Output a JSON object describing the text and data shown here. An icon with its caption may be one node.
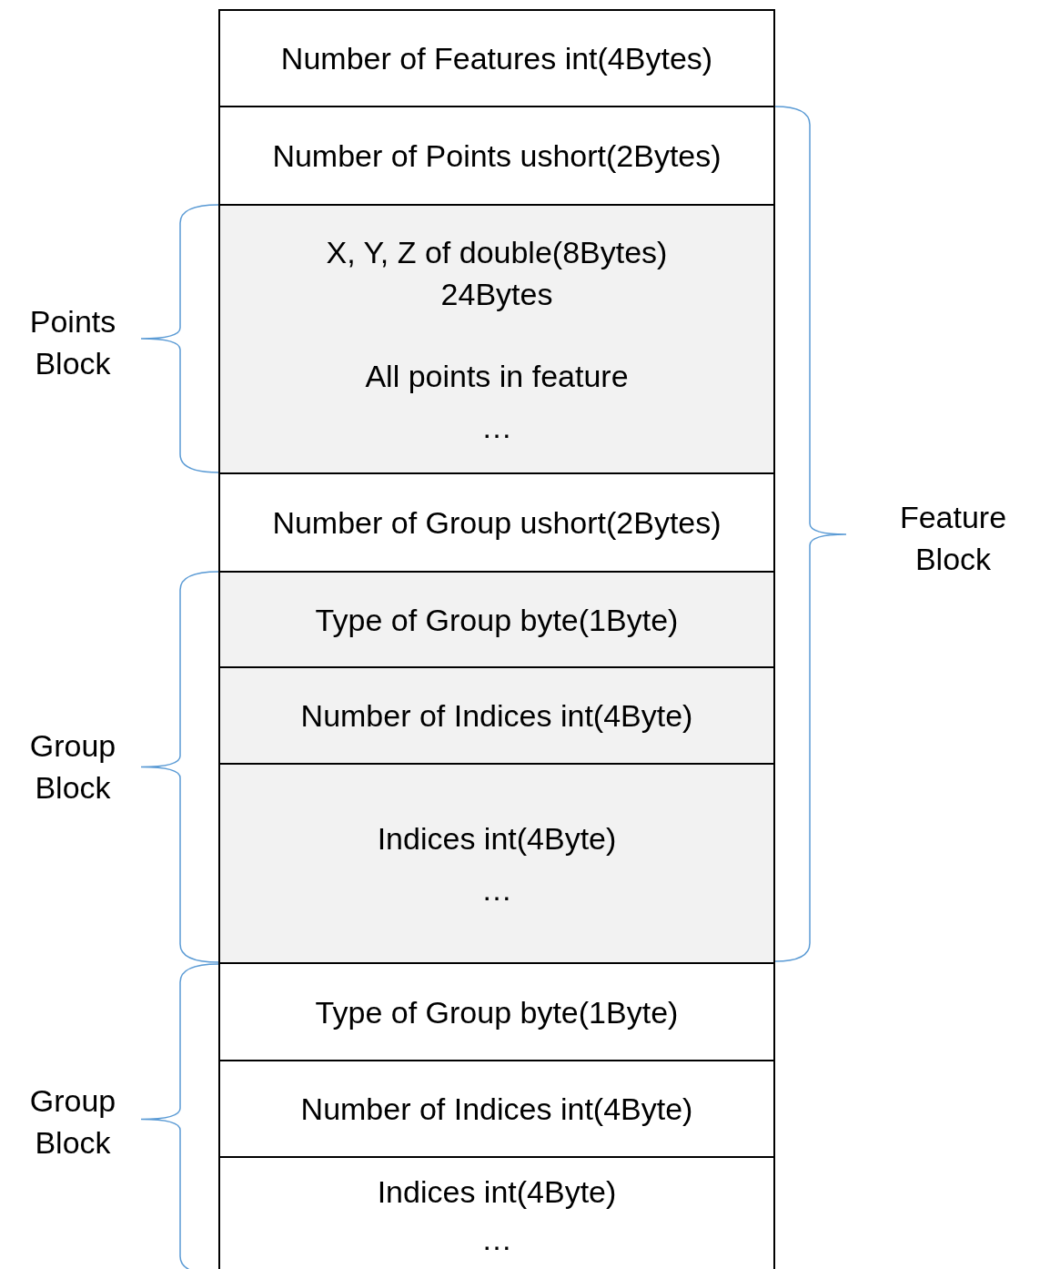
{
  "diagram": {
    "nodes": [
      {
        "text": [
          "Number of Features int(4Bytes)"
        ]
      },
      {
        "text": [
          "Number of Points ushort(2Bytes)"
        ]
      },
      {
        "text": [
          "X, Y, Z of double(8Bytes) 24Bytes",
          "All points in feature",
          "…"
        ]
      },
      {
        "text": [
          "Number of Group ushort(2Bytes)"
        ]
      },
      {
        "text": [
          "Type of Group byte(1Byte)"
        ]
      },
      {
        "text": [
          "Number of Indices int(4Byte)"
        ]
      },
      {
        "text": [
          "Indices int(4Byte)",
          "…"
        ]
      },
      {
        "text": [
          "Type of Group byte(1Byte)"
        ]
      },
      {
        "text": [
          "Number of Indices int(4Byte)"
        ]
      },
      {
        "text": [
          "Indices int(4Byte)",
          "…"
        ]
      }
    ],
    "labels": [
      "Points Block",
      "Feature Block",
      "Group Block",
      "Group Block"
    ]
  }
}
